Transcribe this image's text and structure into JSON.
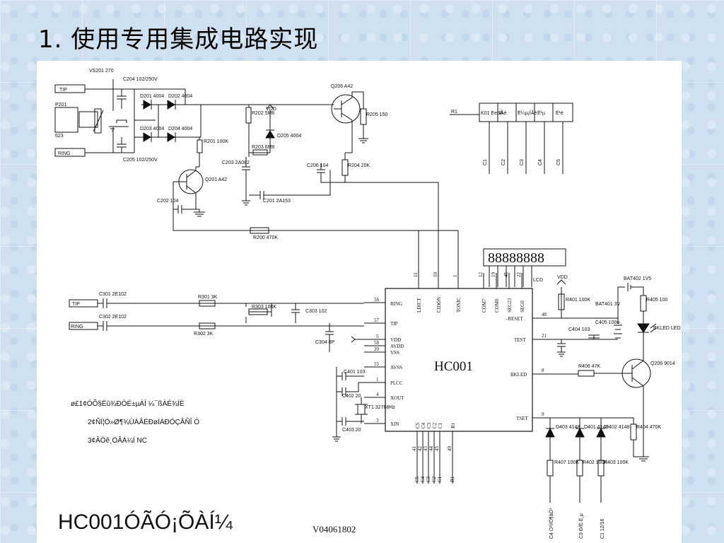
{
  "slide": {
    "title": "1. 使用专用集成电路实现"
  },
  "schematic": {
    "ic": {
      "name": "HC001",
      "left_pins": [
        "RING",
        "TIP",
        "VDD",
        "AVDD",
        "VSS",
        "AVSS",
        "PLCC",
        "XOUT",
        "XIN"
      ],
      "top_pins": [
        "LDICT",
        "CIDON",
        "TONIC",
        "COM7",
        "COM0",
        "SEG23",
        "SEG0"
      ],
      "right_pins": [
        "-RESET",
        "TEST",
        "BKLED",
        "TSET"
      ],
      "bottom_pins": [
        "C5",
        "C4",
        "C3",
        "C2",
        "C1",
        "R1"
      ],
      "left_pin_numbers": [
        "56",
        "57",
        "5",
        "58",
        "20",
        "55",
        "1",
        "4",
        "3"
      ],
      "top_pin_numbers": [
        "11",
        "10",
        "1",
        "12",
        "19",
        "45",
        "22"
      ],
      "right_pin_numbers": [
        "48",
        "21",
        "8",
        "9"
      ],
      "bottom_pin_numbers": [
        "41",
        "42",
        "43",
        "44",
        "45",
        "49"
      ]
    },
    "display": {
      "text": "88888888"
    },
    "lcd_side_label": "LCD",
    "vdd_label": "VDD",
    "line_labels": [
      "TIP",
      "RING",
      "TIP",
      "RING"
    ],
    "components": [
      "VS201 270",
      "C204 102/250V",
      "D201 4004",
      "D202 4004",
      "D203 4004",
      "D204 4004",
      "C205 102/250V",
      "P201",
      "623",
      "R202 5M6",
      "VDD",
      "D205 4004",
      "R201 100K",
      "R203 6M8",
      "C203 2A082",
      "Q201 A42",
      "C202 104",
      "C201 2A153",
      "R200 470K",
      "Q206 A42",
      "R205 150",
      "C206 104",
      "R204 20K",
      "R1",
      "C301 2E102",
      "R301 3K",
      "R303 100K",
      "C303 102",
      "C302 2E102",
      "R302 3K",
      "C304 8P",
      "C401 103",
      "C402 20",
      "XT1 32768Hz",
      "C403 20",
      "R401 100K",
      "C404 103",
      "BAT401 3V",
      "C405 100u",
      "BAT402 1V5",
      "R405 100",
      "BKLED LED",
      "Q206 9014",
      "R406 47K",
      "D403 4148",
      "D401 4148",
      "D402 4148",
      "R404 470K",
      "R407 100K",
      "R402 100K",
      "R403 100K"
    ],
    "key_labels": [
      "K01 EeöÀ",
      "ÍÂè",
      "Ë¼µ¡ÍÂè",
      "Ë¹µ",
      "Ë¹è"
    ],
    "c_column_labels": [
      "C1",
      "C2",
      "C3",
      "C4",
      "C5"
    ],
    "bottom_labels": [
      "C4 Ö¹Í/Ô¶âÔ¹",
      "C3 Ð/Ë·Ë¸µ",
      "C1 12/16"
    ],
    "bottom_col_labels": [
      "C5",
      "C4",
      "C3",
      "C2",
      "C1",
      "R1"
    ]
  },
  "notes": [
    "ø£1¢ÓÕ§Ëû¾ÐÒÉ±µÀÍ ¼¯ßÀÉ¾ÍÈ",
    "2¢ÑÍ¦Ö»Ø¶¾ÙÀÂÉÐøÍÀÐÓÇÂÑÎ Ó",
    "3¢ÂÒê¸ÖÂÀ¼Í NC"
  ],
  "footer": {
    "left": "HC001ÓÃÓ¡ÕÀÍ¼",
    "right": "V04061802"
  }
}
